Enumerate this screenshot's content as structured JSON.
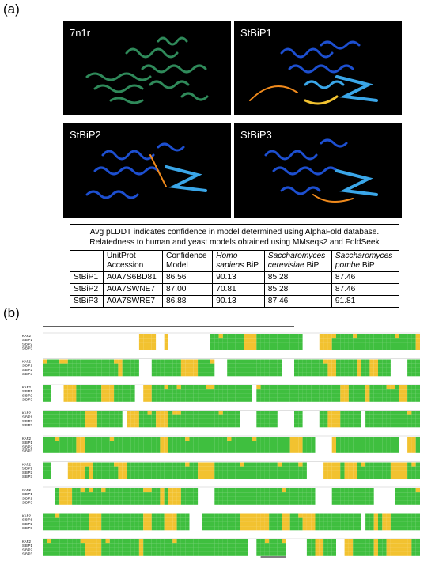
{
  "panel_a_label": "(a)",
  "panel_b_label": "(b)",
  "structures": [
    {
      "label": "7n1r",
      "color": "#2f8a5a"
    },
    {
      "label": "StBiP1",
      "color": "#1d4fd0"
    },
    {
      "label": "StBiP2",
      "color": "#1d4fd0"
    },
    {
      "label": "StBiP3",
      "color": "#1d4fd0"
    }
  ],
  "table": {
    "caption_line1": "Avg pLDDT indicates confidence in model determined using AlphaFold database.",
    "caption_line2": "Relatedness to human and yeast models obtained using MMseqs2 and FoldSeek",
    "headers": {
      "accession_1": "UnitProt",
      "accession_2": "Accession",
      "confidence_1": "Confidence",
      "confidence_2": "Model",
      "homo_1": "Homo",
      "homo_2": "sapiens",
      "homo_3": " BiP",
      "scer_1": "Saccharomyces",
      "scer_2": "cerevisiae",
      "scer_3": " BiP",
      "spom_1": "Saccharomyces",
      "spom_2": "pombe",
      "spom_3": " BiP"
    },
    "rows": [
      {
        "name": "StBiP1",
        "accession": "A0A7S6BD81",
        "confidence": "86.56",
        "homo": "90.13",
        "scer": "85.28",
        "spom": "87.46"
      },
      {
        "name": "StBiP2",
        "accession": "A0A7SWNE7",
        "confidence": "87.00",
        "homo": "70.81",
        "scer": "85.28",
        "spom": "87.46"
      },
      {
        "name": "StBiP3",
        "accession": "A0A7SWRE7",
        "confidence": "86.88",
        "homo": "90.13",
        "scer": "87.46",
        "spom": "91.81"
      }
    ]
  },
  "alignment": {
    "sequence_names": [
      "KAR2",
      "StBiP1",
      "StBiP2",
      "StBiP3"
    ],
    "block_count": 9,
    "colors": {
      "identical": "#3fbf3f",
      "similar": "#f2c230",
      "none": "#ffffff"
    }
  }
}
